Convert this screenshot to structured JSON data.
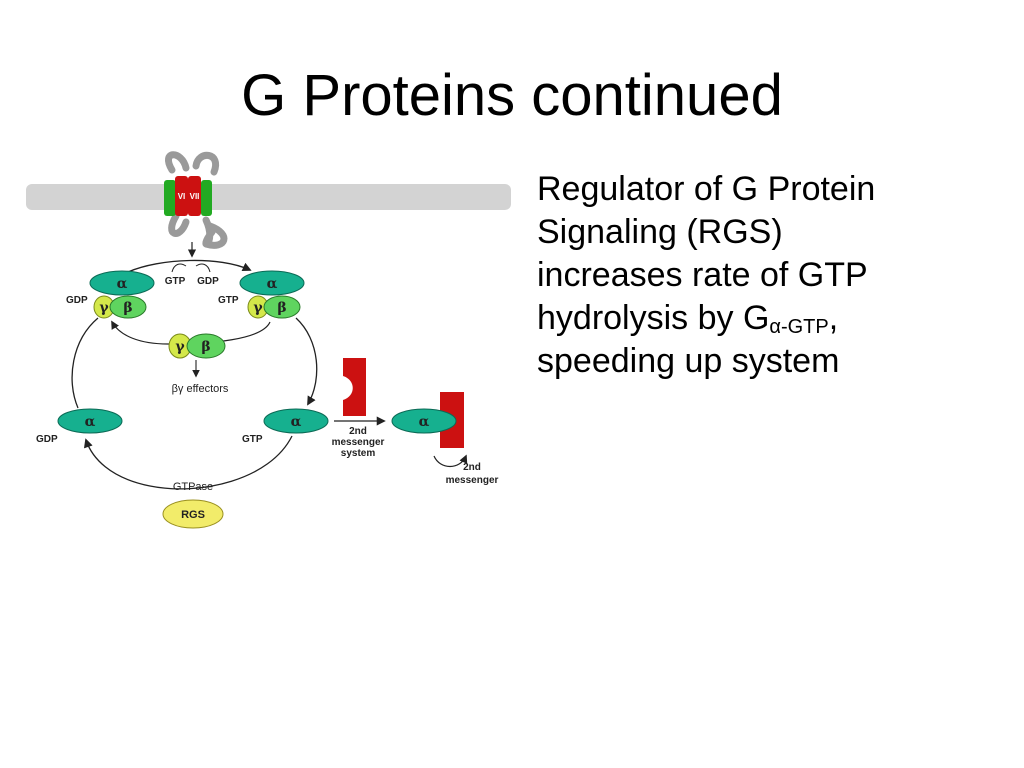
{
  "slide": {
    "title": "G Proteins continued",
    "bullet": {
      "line1": "Regulator of G Protein",
      "line2": "Signaling (RGS)",
      "line3": "increases rate of GTP",
      "line4_main": "hydrolysis by G",
      "line4_sub": "α-GTP",
      "line4_comma": ",",
      "line5": "speeding up system"
    }
  },
  "diagram": {
    "receptor_labels": {
      "tm1": "VI",
      "tm2": "VII"
    },
    "top": {
      "gtp": "GTP",
      "gdp": "GDP"
    },
    "left_heterotrimer": {
      "nucleotide": "GDP",
      "alpha": "α",
      "gamma": "γ",
      "beta": "β"
    },
    "right_heterotrimer": {
      "nucleotide": "GTP",
      "alpha": "α",
      "gamma": "γ",
      "beta": "β"
    },
    "free_dimer": {
      "gamma": "γ",
      "beta": "β",
      "label": "βγ effectors"
    },
    "left_alpha": {
      "label": "α",
      "nucleotide": "GDP"
    },
    "right_alpha": {
      "label": "α",
      "nucleotide": "GTP"
    },
    "messenger_arrow": {
      "line1": "2nd",
      "line2": "messenger",
      "line3": "system"
    },
    "effector_alpha": {
      "label": "α"
    },
    "product": {
      "line1": "2nd",
      "line2": "messenger"
    },
    "gtpase": "GTPase",
    "rgs": "RGS"
  },
  "colors": {
    "alpha": "#16b08f",
    "beta": "#5fd45f",
    "gamma": "#d4e84a",
    "rgs": "#f2ec6a",
    "effector": "#cc1111",
    "membrane": "#d3d3d3",
    "receptor_green": "#22aa22",
    "receptor_red": "#cc1111"
  }
}
